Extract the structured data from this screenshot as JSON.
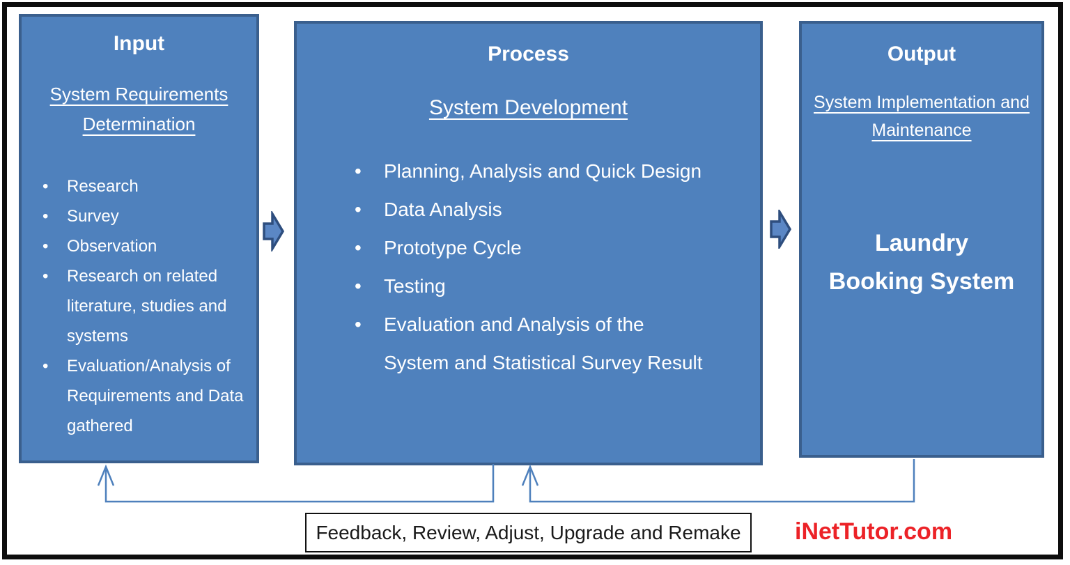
{
  "diagram": {
    "columns": [
      {
        "id": "input",
        "title": "Input",
        "subtitle": "System Requirements Determination",
        "bullets": [
          "Research",
          "Survey",
          "Observation",
          "Research on related literature, studies and systems",
          "Evaluation/Analysis of Requirements and Data gathered"
        ]
      },
      {
        "id": "process",
        "title": "Process",
        "subtitle": "System Development",
        "bullets": [
          "Planning, Analysis and Quick Design",
          "Data Analysis",
          "Prototype Cycle",
          "Testing",
          "Evaluation and Analysis of the System and Statistical Survey Result"
        ]
      },
      {
        "id": "output",
        "title": "Output",
        "subtitle": "System Implementation and Maintenance",
        "body_lines": [
          "Laundry",
          "Booking System"
        ]
      }
    ],
    "feedback_label": "Feedback, Review, Adjust, Upgrade and Remake",
    "watermark": "iNetTutor.com",
    "colors": {
      "box_fill": "#4F81BD",
      "box_border": "#3A5F8D",
      "arrow_fill": "#5B87C5",
      "arrow_stroke": "#2E4E7E",
      "connector_line": "#4E80BC",
      "frame": "#0D0D0D",
      "watermark_red": "#EC2227"
    }
  }
}
